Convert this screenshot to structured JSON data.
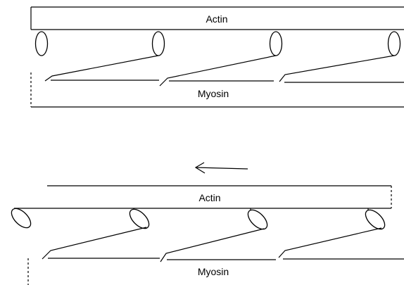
{
  "panels": [
    {
      "actin_label": "Actin",
      "myosin_label": "Myosin"
    },
    {
      "actin_label": "Actin",
      "myosin_label": "Myosin"
    }
  ]
}
